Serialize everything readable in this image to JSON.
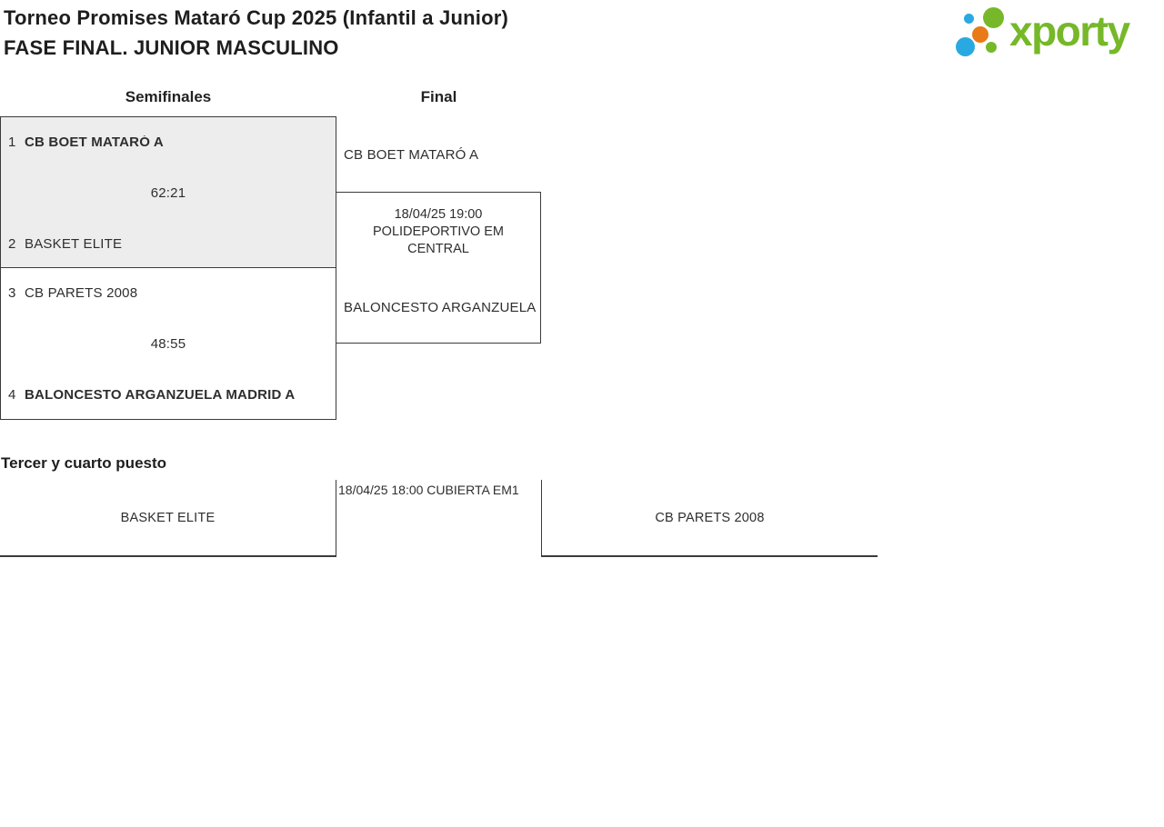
{
  "header": {
    "title": "Torneo Promises Mataró Cup 2025 (Infantil a Junior)",
    "subtitle": "FASE FINAL. JUNIOR MASCULINO"
  },
  "logo": {
    "brand": "xporty",
    "green": "#76b82a",
    "blue": "#29a9e1",
    "orange": "#e87a17"
  },
  "rounds": {
    "semifinals_label": "Semifinales",
    "final_label": "Final"
  },
  "semifinals": [
    {
      "seed_top": "1",
      "team_top": "CB BOET MATARÓ A",
      "top_winner": true,
      "score": "62:21",
      "seed_bottom": "2",
      "team_bottom": "BASKET ELITE",
      "bottom_winner": false
    },
    {
      "seed_top": "3",
      "team_top": "CB PARETS 2008",
      "top_winner": false,
      "score": "48:55",
      "seed_bottom": "4",
      "team_bottom": "BALONCESTO ARGANZUELA MADRID A",
      "bottom_winner": true
    }
  ],
  "final": {
    "team_top": "CB BOET MATARÓ A",
    "datetime": "18/04/25 19:00",
    "venue": "POLIDEPORTIVO EM CENTRAL",
    "team_bottom": "BALONCESTO ARGANZUELA"
  },
  "third_place": {
    "heading": "Tercer y cuarto puesto",
    "team_left": "BASKET ELITE",
    "schedule": "18/04/25 18:00 CUBIERTA EM1",
    "team_right": "CB PARETS 2008"
  }
}
